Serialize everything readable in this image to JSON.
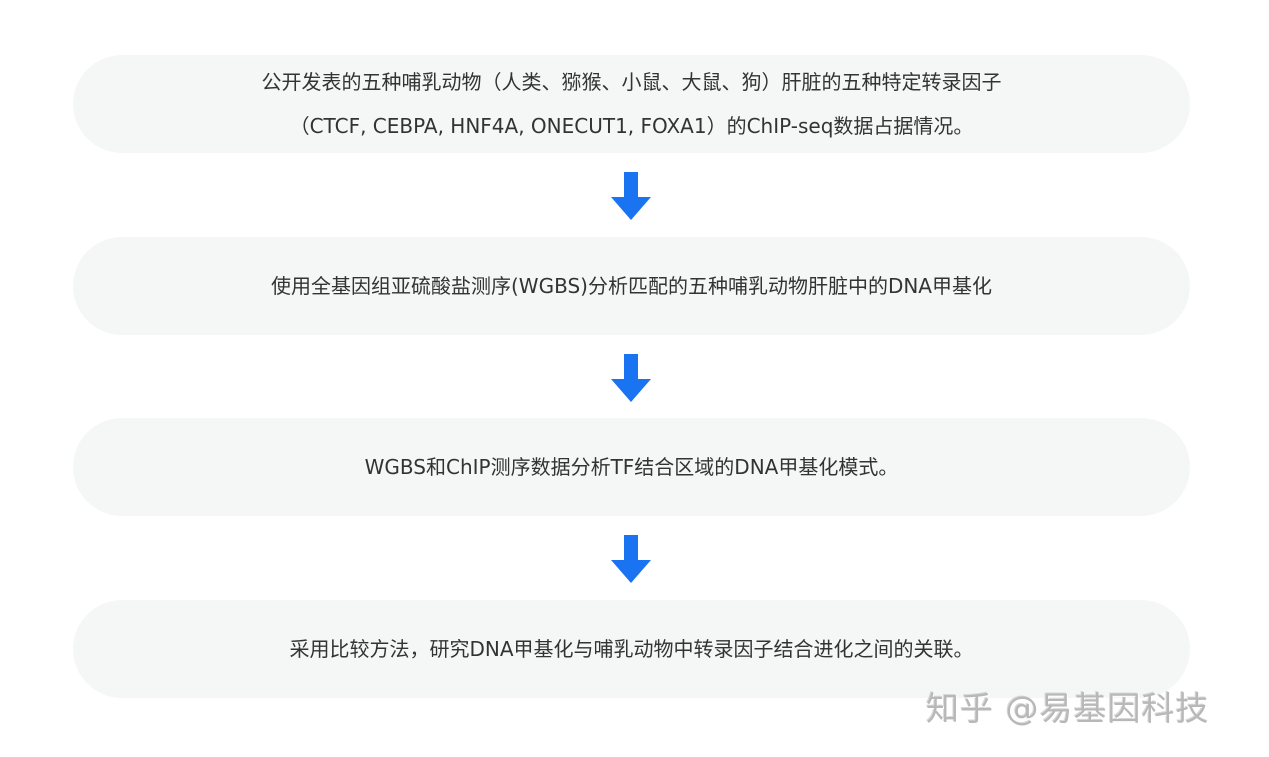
{
  "flow": {
    "steps": [
      {
        "lines": [
          "公开发表的五种哺乳动物（人类、猕猴、小鼠、大鼠、狗）肝脏的五种特定转录因子",
          "（CTCF, CEBPA, HNF4A, ONECUT1, FOXA1）的ChIP-seq数据占据情况。"
        ]
      },
      {
        "lines": [
          "使用全基因组亚硫酸盐测序(WGBS)分析匹配的五种哺乳动物肝脏中的DNA甲基化"
        ]
      },
      {
        "lines": [
          "WGBS和ChIP测序数据分析TF结合区域的DNA甲基化模式。"
        ]
      },
      {
        "lines": [
          "采用比较方法，研究DNA甲基化与哺乳动物中转录因子结合进化之间的关联。"
        ]
      }
    ],
    "arrow_icon": "arrow-down-icon",
    "arrow_color": "#1a73f0",
    "box_color": "#f5f6f6",
    "text_color": "#333333"
  },
  "watermark": {
    "text": "知乎 @易基因科技"
  }
}
